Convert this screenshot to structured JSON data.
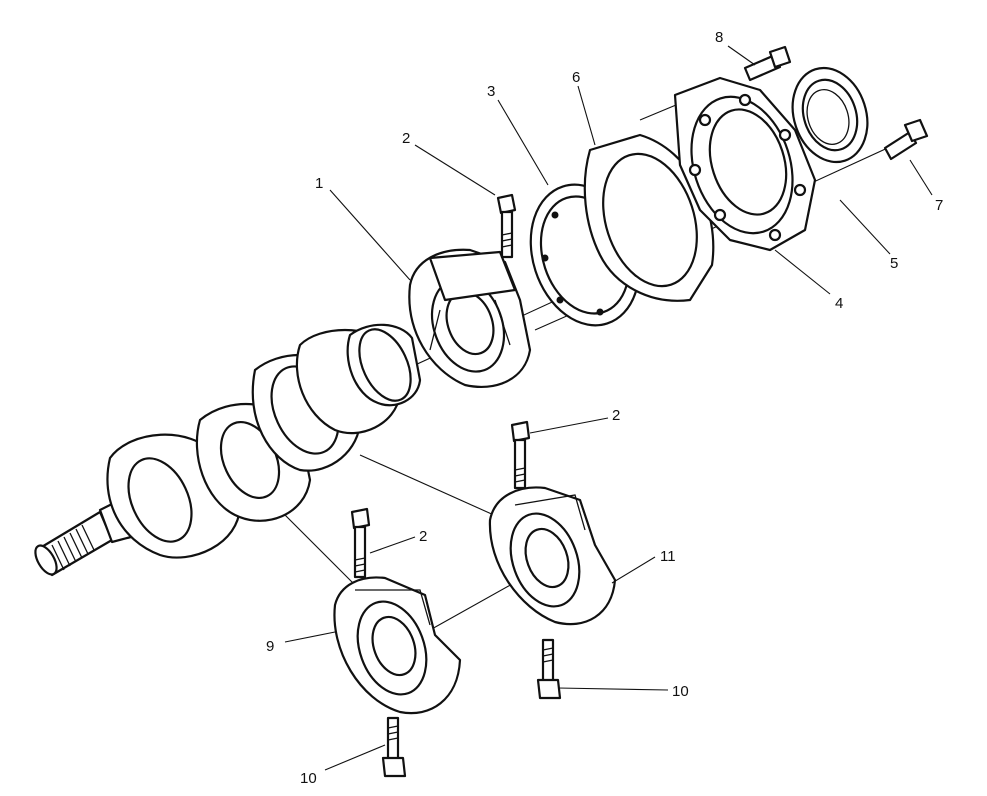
{
  "diagram": {
    "colors": {
      "ink": "#111111",
      "background": "#ffffff"
    },
    "callouts": [
      {
        "id": "c1",
        "label": "1"
      },
      {
        "id": "c2a",
        "label": "2"
      },
      {
        "id": "c2b",
        "label": "2"
      },
      {
        "id": "c2c",
        "label": "2"
      },
      {
        "id": "c3",
        "label": "3"
      },
      {
        "id": "c4",
        "label": "4"
      },
      {
        "id": "c5",
        "label": "5"
      },
      {
        "id": "c6",
        "label": "6"
      },
      {
        "id": "c7",
        "label": "7"
      },
      {
        "id": "c8",
        "label": "8"
      },
      {
        "id": "c9",
        "label": "9"
      },
      {
        "id": "c10a",
        "label": "10"
      },
      {
        "id": "c10b",
        "label": "10"
      },
      {
        "id": "c11",
        "label": "11"
      }
    ]
  }
}
